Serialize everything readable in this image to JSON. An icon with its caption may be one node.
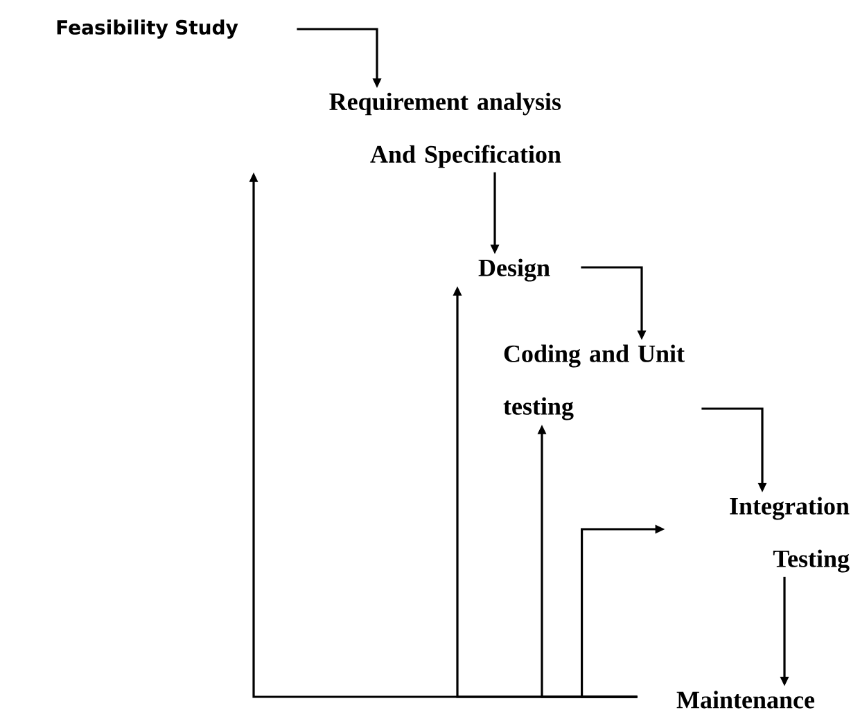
{
  "diagram": {
    "nodes": [
      {
        "text": [
          "Feasibility Study"
        ]
      },
      {
        "text": [
          "Requirement analysis And Specification"
        ]
      },
      {
        "text": [
          "Design"
        ]
      },
      {
        "text": [
          "Coding and Unit testing"
        ]
      },
      {
        "text": [
          "Integration Testing"
        ]
      },
      {
        "text": [
          "Maintenance"
        ]
      }
    ],
    "edges": [
      {
        "from": 0,
        "to": 1,
        "arrow": "to"
      },
      {
        "from": 1,
        "to": 2,
        "arrow": "to"
      },
      {
        "from": 2,
        "to": 3,
        "arrow": "to"
      },
      {
        "from": 3,
        "to": 4,
        "arrow": "to"
      },
      {
        "from": 4,
        "to": 5,
        "arrow": "to"
      },
      {
        "from": 5,
        "to": 1,
        "arrow": "to"
      },
      {
        "from": 5,
        "to": 2,
        "arrow": "to"
      },
      {
        "from": 5,
        "to": 3,
        "arrow": "to"
      },
      {
        "from": 5,
        "to": 4,
        "arrow": "to"
      }
    ]
  }
}
